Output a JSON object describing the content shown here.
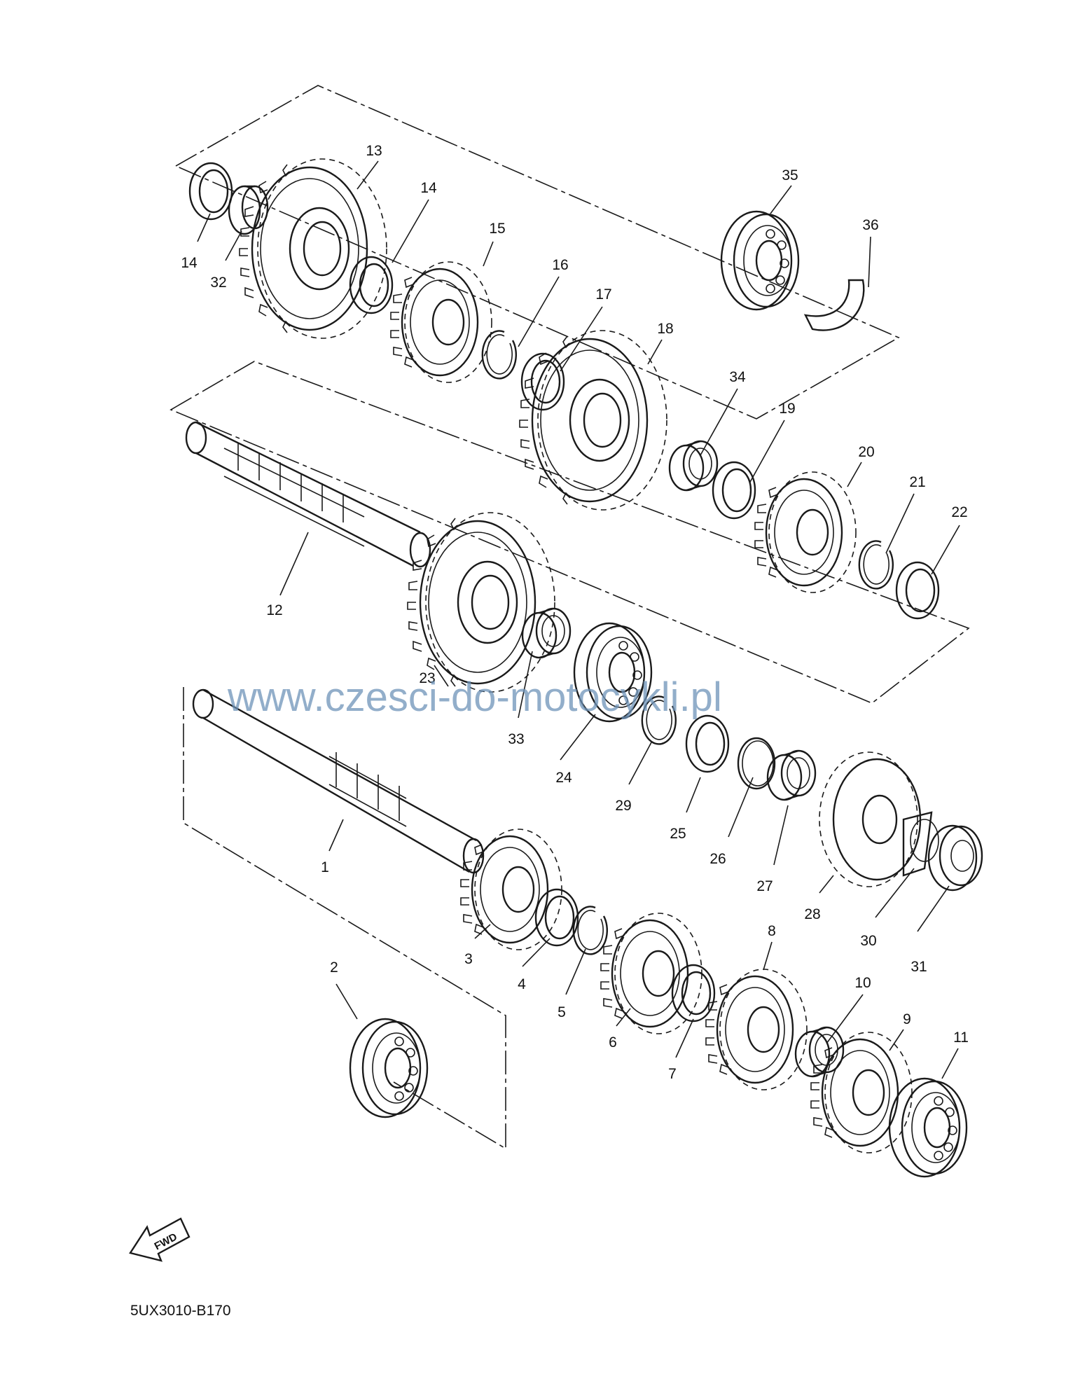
{
  "watermark": "www.czesci-do-motocykli.pl",
  "diagram_code": "5UX3010-B170",
  "fwd_label": "FWD",
  "parts": [
    {
      "id": "p1",
      "label": "1"
    },
    {
      "id": "p2",
      "label": "2"
    },
    {
      "id": "p3",
      "label": "3"
    },
    {
      "id": "p4",
      "label": "4"
    },
    {
      "id": "p5",
      "label": "5"
    },
    {
      "id": "p6",
      "label": "6"
    },
    {
      "id": "p7",
      "label": "7"
    },
    {
      "id": "p8",
      "label": "8"
    },
    {
      "id": "p9",
      "label": "9"
    },
    {
      "id": "p10",
      "label": "10"
    },
    {
      "id": "p11",
      "label": "11"
    },
    {
      "id": "p12",
      "label": "12"
    },
    {
      "id": "p13",
      "label": "13"
    },
    {
      "id": "p14a",
      "label": "14"
    },
    {
      "id": "p14b",
      "label": "14"
    },
    {
      "id": "p15",
      "label": "15"
    },
    {
      "id": "p16",
      "label": "16"
    },
    {
      "id": "p17",
      "label": "17"
    },
    {
      "id": "p18",
      "label": "18"
    },
    {
      "id": "p19",
      "label": "19"
    },
    {
      "id": "p20",
      "label": "20"
    },
    {
      "id": "p21",
      "label": "21"
    },
    {
      "id": "p22",
      "label": "22"
    },
    {
      "id": "p23",
      "label": "23"
    },
    {
      "id": "p24",
      "label": "24"
    },
    {
      "id": "p25",
      "label": "25"
    },
    {
      "id": "p26",
      "label": "26"
    },
    {
      "id": "p27",
      "label": "27"
    },
    {
      "id": "p28",
      "label": "28"
    },
    {
      "id": "p29",
      "label": "29"
    },
    {
      "id": "p30",
      "label": "30"
    },
    {
      "id": "p31",
      "label": "31"
    },
    {
      "id": "p32",
      "label": "32"
    },
    {
      "id": "p33",
      "label": "33"
    },
    {
      "id": "p34",
      "label": "34"
    },
    {
      "id": "p35",
      "label": "35"
    },
    {
      "id": "p36",
      "label": "36"
    }
  ]
}
